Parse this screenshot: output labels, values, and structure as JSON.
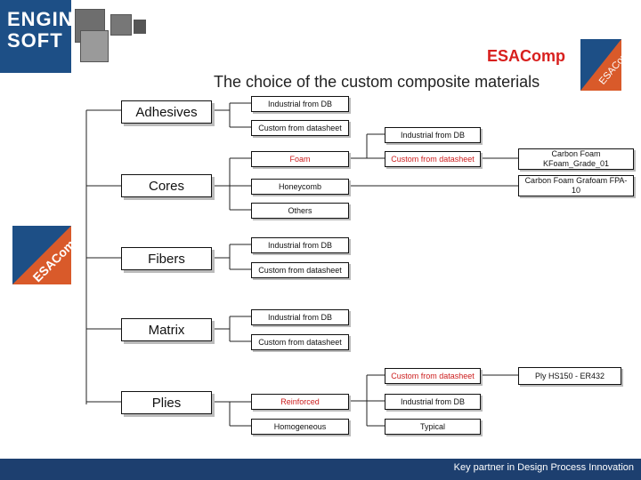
{
  "header": {
    "logo_text": "ENGIN SOFT",
    "brand": "ESAComp",
    "subtitle": "The choice of the custom composite materials"
  },
  "categories": {
    "adhesives": "Adhesives",
    "cores": "Cores",
    "fibers": "Fibers",
    "matrix": "Matrix",
    "plies": "Plies"
  },
  "adhesives": {
    "db": "Industrial from DB",
    "datasheet": "Custom from datasheet"
  },
  "cores": {
    "foam": "Foam",
    "honeycomb": "Honeycomb",
    "others": "Others",
    "foam_db": "Industrial from DB",
    "foam_datasheet": "Custom from datasheet",
    "carbon_foam_1": "Carbon Foam KFoam_Grade_01",
    "carbon_foam_2": "Carbon Foam Grafoam FPA-10"
  },
  "fibers": {
    "db": "Industrial from DB",
    "datasheet": "Custom from datasheet"
  },
  "matrix": {
    "db": "Industrial from DB",
    "datasheet": "Custom from datasheet"
  },
  "plies": {
    "reinforced": "Reinforced",
    "homogeneous": "Homogeneous",
    "custom": "Custom from datasheet",
    "db": "Industrial from DB",
    "typical": "Typical",
    "result": "Ply HS150 - ER432"
  },
  "footer": {
    "tagline": "Key partner in Design Process Innovation"
  },
  "colors": {
    "brand_red": "#d8201e",
    "navy": "#1d4f86",
    "accent_orange": "#d95a2a"
  }
}
